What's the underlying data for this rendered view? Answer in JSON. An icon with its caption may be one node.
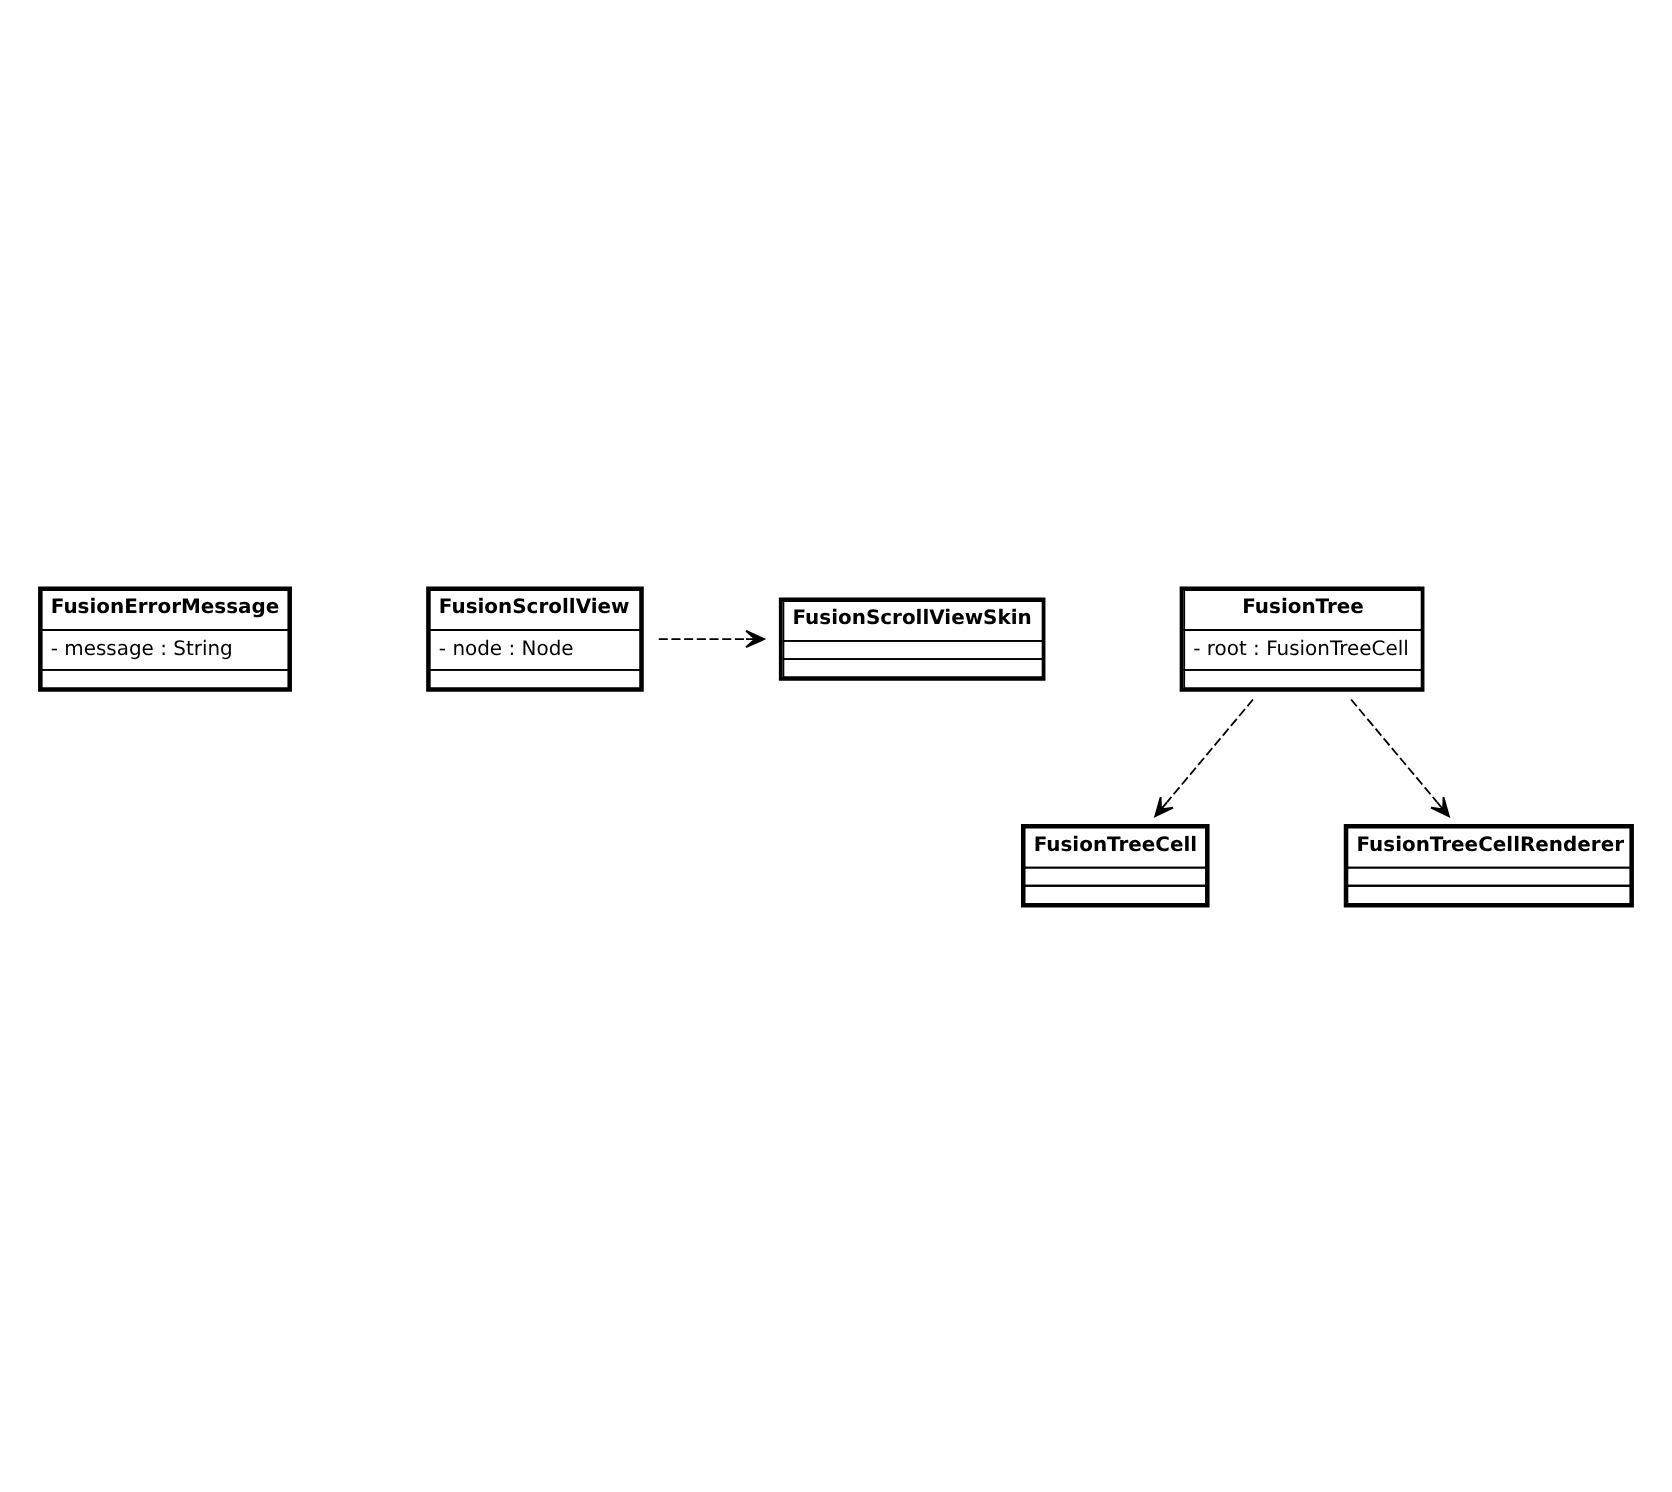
{
  "diagram": {
    "nodes": [
      {
        "text": [
          "FusionErrorMessage",
          "- message : String"
        ]
      },
      {
        "text": [
          "FusionScrollView",
          "- node : Node"
        ]
      },
      {
        "text": [
          "FusionScrollViewSkin"
        ]
      },
      {
        "text": [
          "FusionTree",
          "- root : FusionTreeCell"
        ]
      },
      {
        "text": [
          "FusionTreeCell"
        ]
      },
      {
        "text": [
          "FusionTreeCellRenderer"
        ]
      }
    ],
    "edges": [
      {
        "from": 1,
        "to": 2,
        "arrow": "to",
        "style": "dashed"
      },
      {
        "from": 3,
        "to": 4,
        "arrow": "to",
        "style": "dashed"
      },
      {
        "from": 3,
        "to": 5,
        "arrow": "to",
        "style": "dashed"
      }
    ]
  }
}
